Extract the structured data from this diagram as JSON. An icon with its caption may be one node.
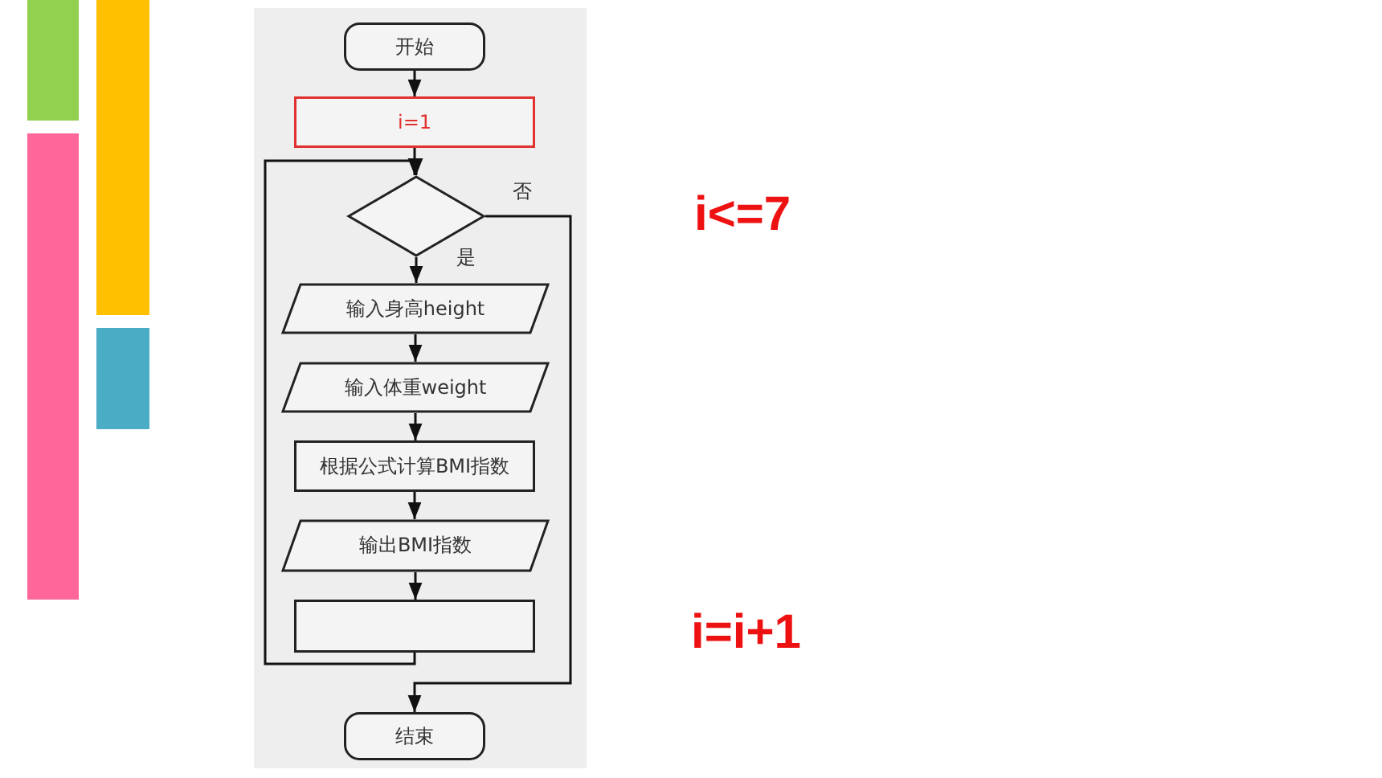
{
  "diagram": {
    "nodes": [
      {
        "text": [
          "开始"
        ]
      },
      {
        "text": [
          "i=1"
        ]
      },
      {
        "text": [],
        "shape": "diamond"
      },
      {
        "text": [
          "输入身高height"
        ]
      },
      {
        "text": [
          "输入体重weight"
        ]
      },
      {
        "text": [
          "根据公式计算BMI指数"
        ]
      },
      {
        "text": [
          "输出BMI指数"
        ]
      },
      {
        "text": [],
        "shape": "box"
      },
      {
        "text": [
          "结束"
        ]
      }
    ],
    "edges": [
      {
        "from": 0,
        "to": 1,
        "arrow": "to"
      },
      {
        "from": 1,
        "to": 2,
        "arrow": "to"
      },
      {
        "from": 2,
        "to": 3,
        "arrow": "to",
        "label": "是"
      },
      {
        "from": 3,
        "to": 4,
        "arrow": "to"
      },
      {
        "from": 4,
        "to": 5,
        "arrow": "to"
      },
      {
        "from": 5,
        "to": 6,
        "arrow": "to"
      },
      {
        "from": 6,
        "to": 7,
        "arrow": "to"
      },
      {
        "from": 7,
        "to": 2,
        "arrow": "to"
      },
      {
        "from": 2,
        "to": 8,
        "arrow": "to",
        "label": "否"
      }
    ],
    "labels": [
      "i<=7",
      "i=i+1"
    ]
  }
}
